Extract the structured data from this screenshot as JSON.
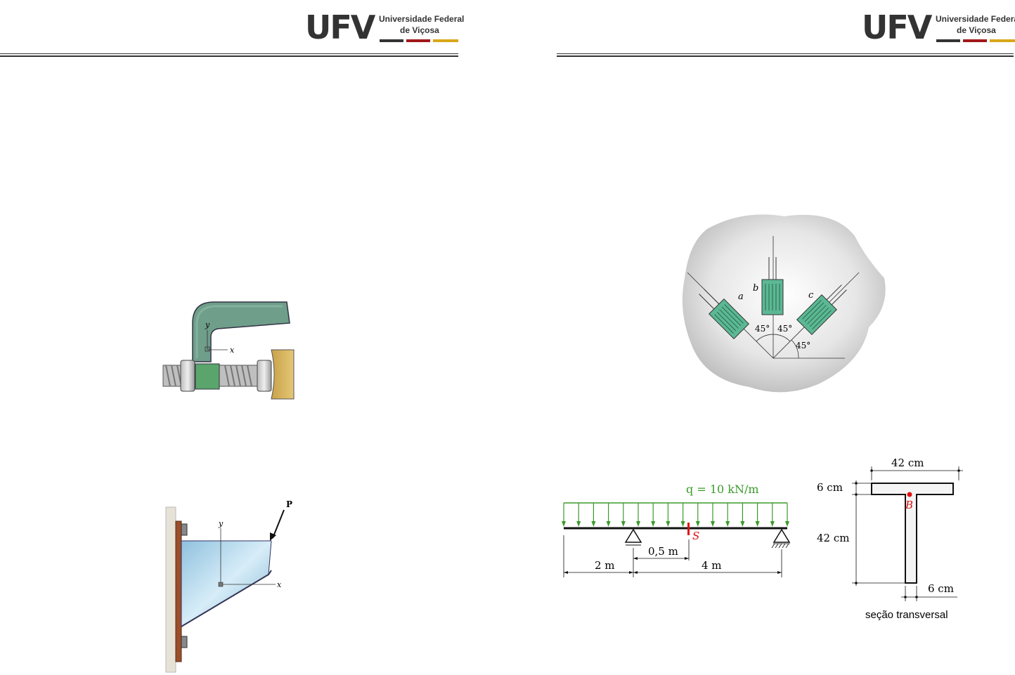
{
  "header": {
    "logo_text": "UFV",
    "institution_line1": "Universidade Federal",
    "institution_line2": "de Viçosa",
    "bar_colors": [
      "#333333",
      "#a01818",
      "#d8a81a"
    ]
  },
  "clamp_figure": {
    "y_label": "y",
    "x_label": "x"
  },
  "bracket_figure": {
    "load_label": "P",
    "y_label": "y",
    "x_label": "x"
  },
  "rosette_figure": {
    "gauge_a": "a",
    "gauge_b": "b",
    "gauge_c": "c",
    "angle_1": "45°",
    "angle_2": "45°",
    "angle_3": "45°"
  },
  "beam_figure": {
    "load_label": "q = 10 kN/m",
    "section_label": "S",
    "dim_left": "2 m",
    "dim_offset": "0,5 m",
    "dim_right": "4 m",
    "load_color": "#3a9a2a",
    "section_color": "#e01010"
  },
  "section_figure": {
    "flange_width": "42 cm",
    "flange_thickness": "6 cm",
    "web_height": "42 cm",
    "web_thickness": "6 cm",
    "point_label": "B",
    "caption": "seção transversal"
  }
}
